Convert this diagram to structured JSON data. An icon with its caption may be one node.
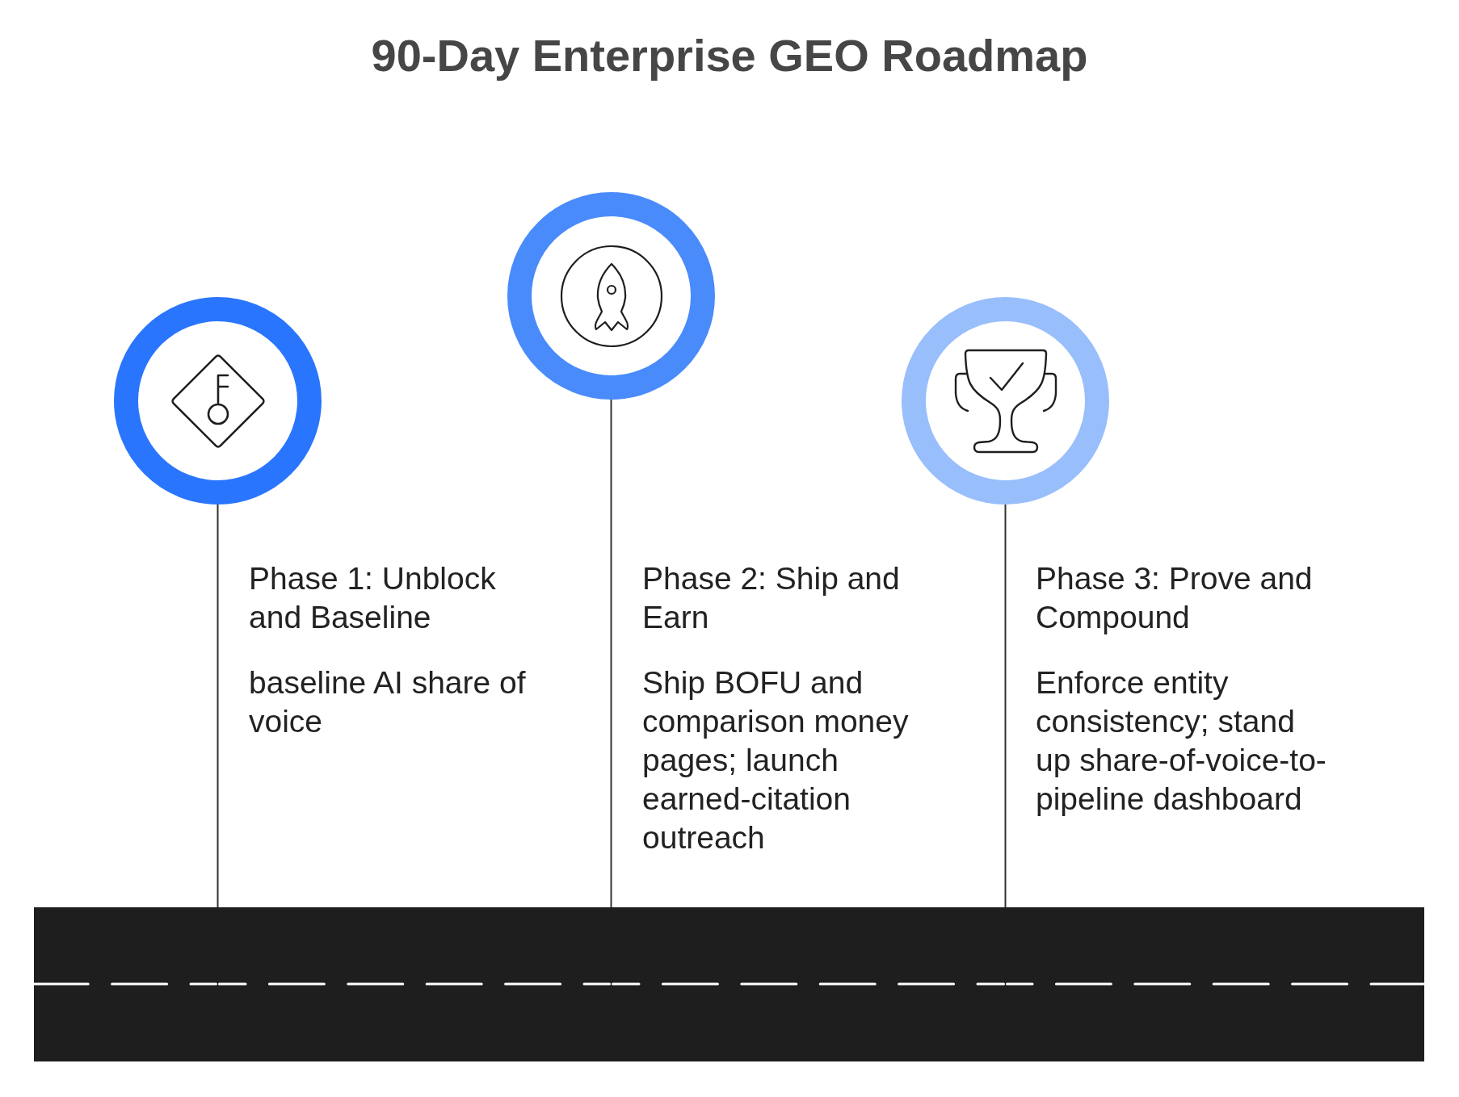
{
  "diagram": {
    "title": "90-Day Enterprise GEO Roadmap",
    "nodes": [
      {
        "text": [],
        "shape": "circle",
        "beside": [
          "Phase 1: Unblock and Baseline",
          "baseline AI share of voice"
        ]
      },
      {
        "text": [],
        "shape": "circle",
        "beside": [
          "Phase 2: Ship and Earn",
          "Ship BOFU and comparison money pages; launch earned-citation outreach"
        ]
      },
      {
        "text": [],
        "shape": "circle",
        "beside": [
          "Phase 3: Prove and Compound",
          "Enforce entity consistency; stand up share-of-voice-to-pipeline dashboard"
        ]
      },
      {
        "text": [],
        "shape": "bar"
      }
    ],
    "edges": [
      {
        "from": 0,
        "to": 3,
        "arrow": "none"
      },
      {
        "from": 1,
        "to": 3,
        "arrow": "none"
      },
      {
        "from": 2,
        "to": 3,
        "arrow": "none"
      }
    ]
  }
}
